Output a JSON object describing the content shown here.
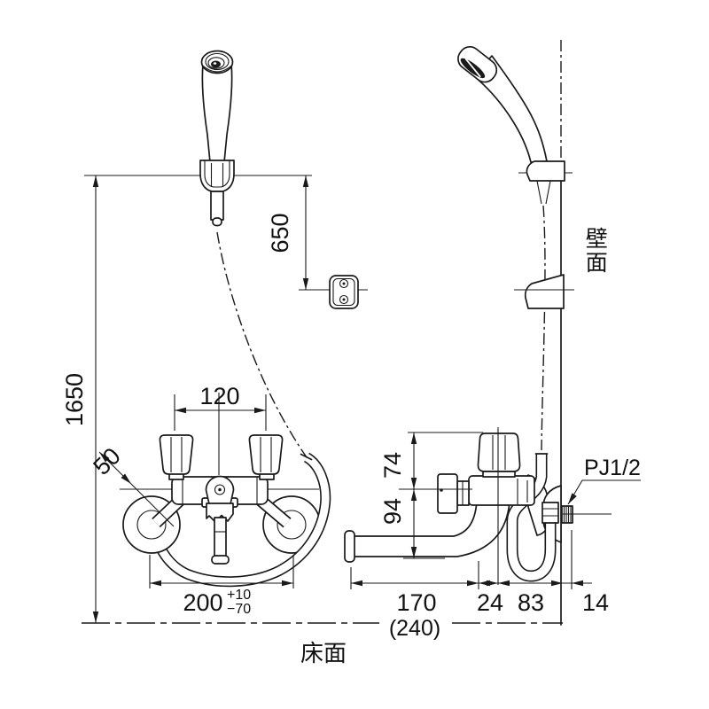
{
  "front_view": {
    "install_height": "1650",
    "hook_height": "650",
    "handle_pitch": "120",
    "diagonal_offset": "50",
    "mount_pitch": "200",
    "mount_pitch_tol_upper": "+10",
    "mount_pitch_tol_lower": "−70"
  },
  "side_view": {
    "handle_rise": "74",
    "spout_drop": "94",
    "spout_reach": "170",
    "spout_reach_long": "(240)",
    "spout_offset": "24",
    "wall_clearance": "83",
    "thread_length": "14",
    "thread_spec": "PJ1/2"
  },
  "labels": {
    "wall_surface": "壁面",
    "floor_surface": "床面"
  }
}
